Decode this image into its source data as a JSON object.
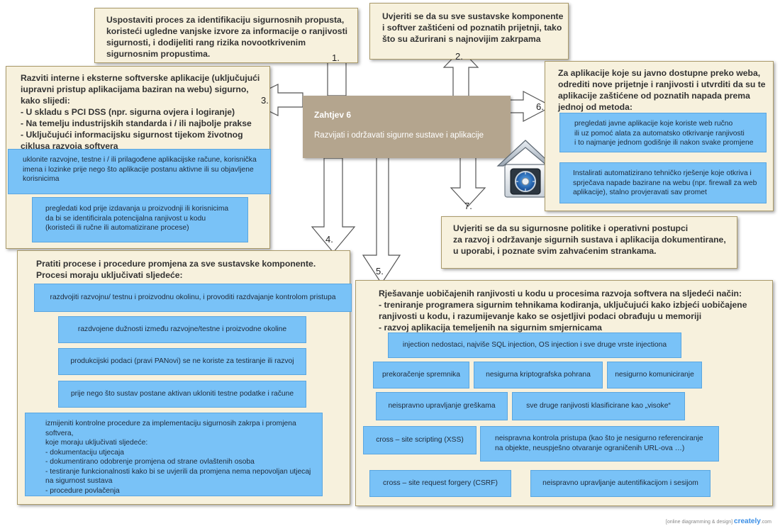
{
  "central": {
    "title": "Zahtjev 6",
    "subtitle": "Razvijati i održavati sigurne sustave i aplikacije"
  },
  "arrow_labels": [
    "1.",
    "2.",
    "3.",
    "4.",
    "5.",
    "6.",
    "7."
  ],
  "box1": {
    "text": "Uspostaviti proces za identifikaciju sigurnosnih propusta,\nkoristeći ugledne vanjske izvore za informacije o ranjivosti\nsigurnosti, i dodijeliti rang rizika novootkrivenim\nsigurnosnim propustima."
  },
  "box2": {
    "text": "Uvjeriti se da su sve sustavske komponente\ni softver zaštićeni od poznatih prijetnji, tako\nšto su ažurirani s najnovijim zakrpama"
  },
  "box3": {
    "text": "Razviti interne i eksterne softverske aplikacije (uključujući\niupravni pristup aplikacijama baziran na webu) sigurno,\nkako slijedi:\n - U skladu s PCI DSS (npr. sigurna ovjera i logiranje)\n - Na temelju industrijskih standarda i / ili najbolje prakse\n - Uključujući informacijsku sigurnost tijekom životnog\n   ciklusa razvoja softvera",
    "items": [
      "uklonite razvojne, testne i / ili prilagođene aplikacijske račune, korisnička\nimena i lozinke prije nego što aplikacije postanu aktivne ili su objavljene\nkorisnicima",
      "pregledati kod prije izdavanja u proizvodnji ili korisnicima\nda bi se identificirala potencijalna ranjivost u kodu\n(koristeći ili ručne ili automatizirane procese)"
    ]
  },
  "box4": {
    "text": "Pratiti procese i procedure promjena za sve sustavske komponente.\nProcesi moraju uključivati sljedeće:",
    "items": [
      "razdvojiti razvojnu/ testnu i proizvodnu okolinu, i provoditi razdvajanje kontrolom pristupa",
      "razdvojene dužnosti između razvojne/testne i proizvodne okoline",
      "produkcijski podaci (pravi PANovi) se ne koriste za testiranje ili razvoj",
      "prije nego što sustav postane aktivan ukloniti testne podatke i račune",
      "izmijeniti kontrolne procedure za implementaciju sigurnosih zakrpa i promjena softvera,\nkoje moraju uključivati sljedeće:\n - dokumentaciju utjecaja\n - dokumentirano odobrenje promjena od strane ovlaštenih osoba\n - testiranje funkcionalnosti kako bi se uvjerili da promjena nema nepovoljan utjecaj\n   na sigurnost sustava\n - procedure povlačenja"
    ]
  },
  "box5": {
    "text": "Rješavanje uobičajenih ranjivosti u kodu u procesima razvoja softvera na sljedeći način:\n - treniranje programera sigurnim tehnikama kodiranja, uključujući kako izbjeći uobičajene\n   ranjivosti u kodu, i razumijevanje kako se osjetljivi podaci obrađuju u memoriji\n - razvoj aplikacija temeljenih na sigurnim smjernicama",
    "items": [
      "injection nedostaci, najviše SQL injection, OS injection i sve druge vrste injectiona",
      "prekoračenje spremnika",
      "nesigurna kriptografska pohrana",
      "nesigurno komuniciranje",
      "neispravno upravljanje greškama",
      "sve druge ranjivosti klasificirane kao „visoke“",
      "cross – site scripting (XSS)",
      "neispravna kontrola pristupa (kao što je nesigurno referenciranje\nna objekte, neuspješno otvaranje ograničenih URL-ova …)",
      "cross – site request forgery (CSRF)",
      "neispravno upravljanje autentifikacijom i sesijom"
    ]
  },
  "box6": {
    "text": "Za aplikacije koje su javno dostupne preko weba,\nodrediti nove prijetnje i ranjivosti i utvrditi da su te\naplikacije zaštićene od poznatih napada prema\njednoj od metoda:",
    "items": [
      "pregledati javne aplikacije koje koriste web ručno\nili  uz pomoć alata za automatsko otkrivanje ranjivosti\ni to najmanje jednom godišnje ili nakon svake promjene",
      "Instalirati automatizirano tehničko rješenje koje otkriva i\nsprječava napade bazirane na webu (npr. firewall za web\naplikacije), stalno provjeravati sav promet"
    ]
  },
  "box7": {
    "text": "Uvjeriti se da su sigurnosne politike i operativni postupci\nza razvoj i održavanje sigurnih sustava i aplikacija dokumentirane,\nu uporabi, i poznate svim zahvaćenim strankama."
  },
  "icons": {
    "central_icon": "house-safe-icon"
  },
  "footer": {
    "text": "[online diagramming & design]",
    "brand": "creately",
    "suffix": ".com"
  },
  "colors": {
    "box_bg": "#f7f1dd",
    "box_border": "#aa9a6a",
    "item_bg": "#79c2f7",
    "central_bg": "#b4a58e"
  }
}
